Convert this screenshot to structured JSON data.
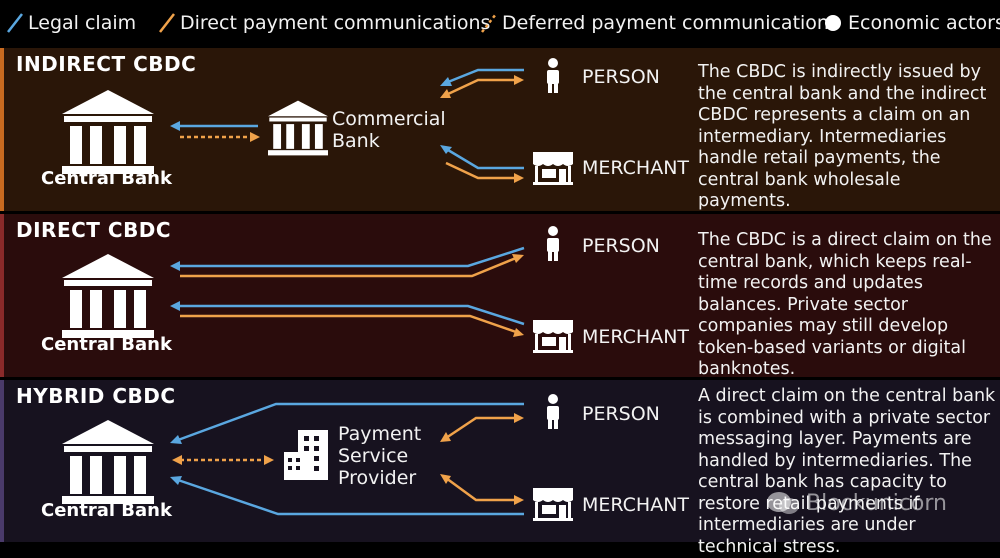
{
  "colors": {
    "legal": "#5aa7e0",
    "direct": "#f0a24a",
    "deferred": "#f0a24a",
    "indirect_bg": "#2a1608",
    "direct_bg": "#2a0c0c",
    "hybrid_bg": "#17121f"
  },
  "legend": {
    "legal": "Legal claim",
    "direct": "Direct payment communications",
    "deferred": "Deferred payment communications",
    "actors": "Economic actors"
  },
  "panels": {
    "indirect": {
      "title": "INDIRECT CBDC",
      "central_bank": "Central Bank",
      "intermediary_line1": "Commercial",
      "intermediary_line2": "Bank",
      "person": "PERSON",
      "merchant": "MERCHANT",
      "description": "The CBDC is indirectly issued by the central bank and the indirect CBDC represents a claim on an intermediary. Intermediaries handle retail payments, the central bank wholesale payments."
    },
    "direct": {
      "title": "DIRECT CBDC",
      "central_bank": "Central Bank",
      "person": "PERSON",
      "merchant": "MERCHANT",
      "description": "The CBDC is a direct claim on the central bank, which keeps real-time records and updates balances. Private sector companies may still develop token-based variants or digital banknotes."
    },
    "hybrid": {
      "title": "HYBRID CBDC",
      "central_bank": "Central Bank",
      "intermediary_line1": "Payment",
      "intermediary_line2": "Service",
      "intermediary_line3": "Provider",
      "person": "PERSON",
      "merchant": "MERCHANT",
      "description": "A direct claim on the central bank is combined with a private sector messaging layer. Payments are handled by intermediaries. The central bank has capacity to restore retail payments if intermediaries are under technical stress."
    }
  },
  "watermark": "Blockunicorn",
  "icons": {
    "bank": "bank-building-icon",
    "person": "person-icon",
    "merchant": "storefront-icon",
    "psp": "office-building-icon"
  }
}
